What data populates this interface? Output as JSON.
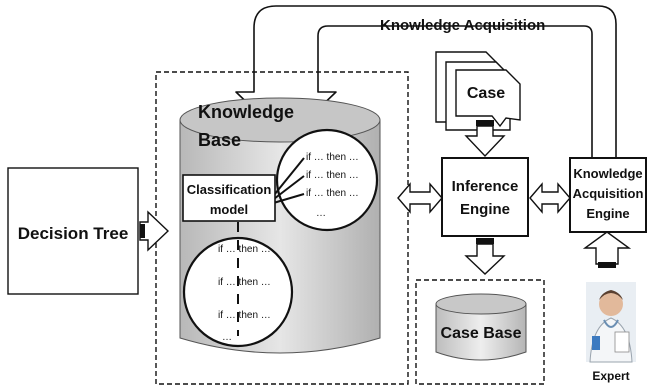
{
  "title": "Knowledge Acquisition",
  "decision_tree": {
    "label": "Decision Tree"
  },
  "knowledge_base": {
    "label_line1": "Knowledge",
    "label_line2": "Base",
    "classification_line1": "Classification",
    "classification_line2": "model",
    "rules_upper": [
      "if … then …",
      "if … then …",
      "if … then …",
      "…"
    ],
    "rules_lower": [
      "if … then …",
      "if … then …",
      "if … then …",
      "…"
    ]
  },
  "case": {
    "label": "Case"
  },
  "inference_engine": {
    "label_line1": "Inference",
    "label_line2": "Engine"
  },
  "ka_engine": {
    "label_line1": "Knowledge",
    "label_line2": "Acquisition",
    "label_line3": "Engine"
  },
  "case_base": {
    "label": "Case Base"
  },
  "expert": {
    "label": "Expert"
  },
  "colors": {
    "stroke": "#111111",
    "cylinder_body": "#d4d4d4",
    "cylinder_top": "#bdbdbd",
    "fill": "#ffffff"
  }
}
